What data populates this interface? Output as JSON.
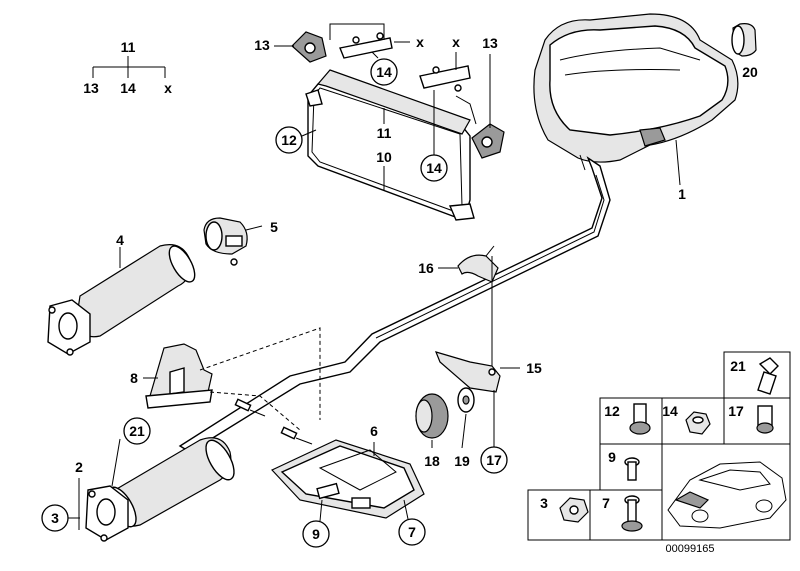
{
  "title_tree": {
    "top": "11",
    "left": "13",
    "mid": "14",
    "right": "x"
  },
  "callouts": {
    "n1": "1",
    "n2": "2",
    "n3": "3",
    "n4": "4",
    "n5": "5",
    "n6": "6",
    "n7": "7",
    "n8": "8",
    "n9": "9",
    "n10": "10",
    "n11": "11",
    "n12": "12",
    "n13a": "13",
    "n13b": "13",
    "n14a": "14",
    "n14b": "14",
    "n15": "15",
    "n16": "16",
    "n17": "17",
    "n18": "18",
    "n19": "19",
    "n20": "20",
    "n21": "21",
    "xa": "x",
    "xb": "x"
  },
  "legend": {
    "c21": "21",
    "c12": "12",
    "c14": "14",
    "c17": "17",
    "c9": "9",
    "c3": "3",
    "c7": "7"
  },
  "diagram_id": "00099165"
}
